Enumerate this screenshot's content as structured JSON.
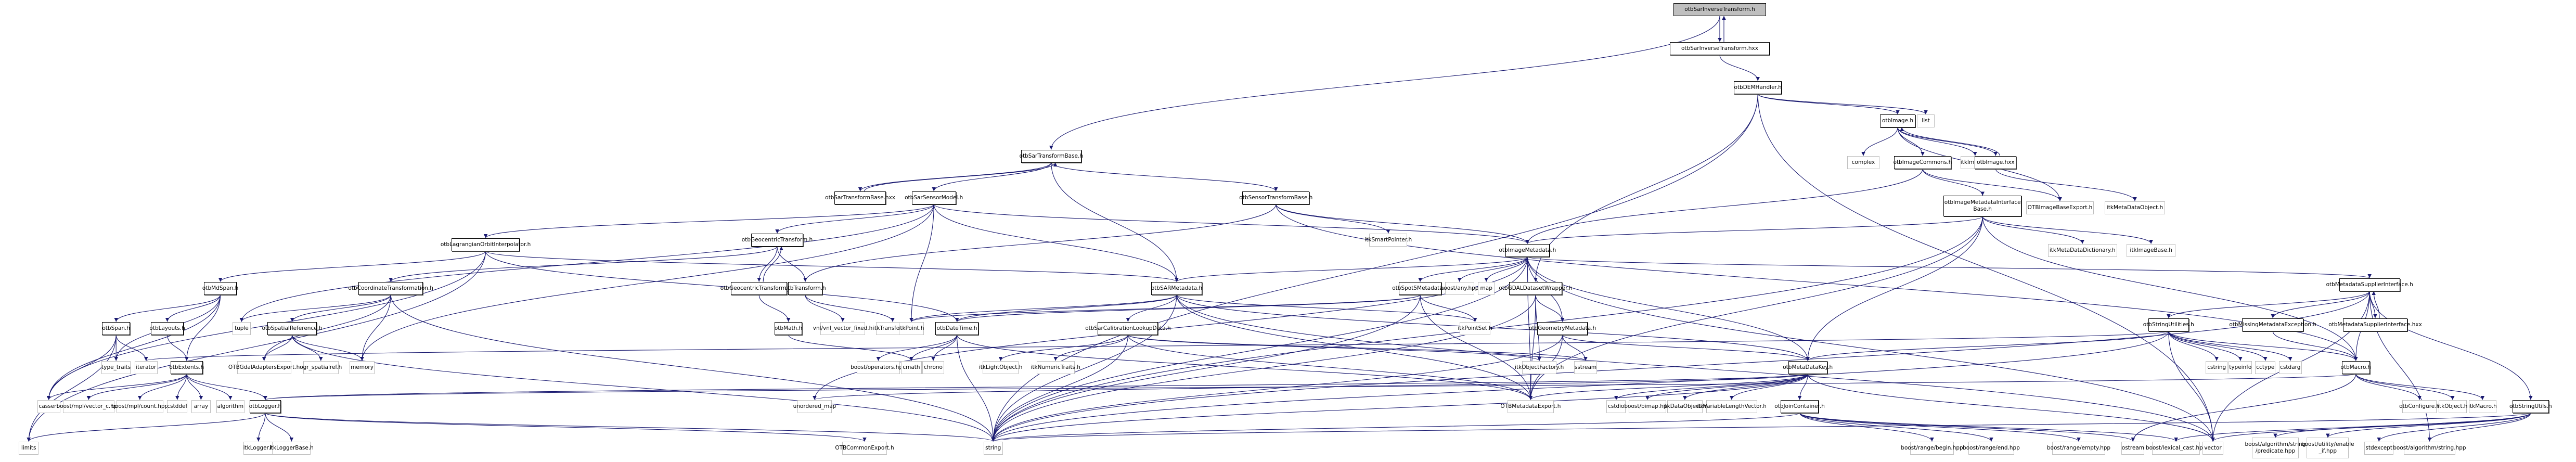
{
  "diagram": {
    "title": "otbSarInverseTransform.h include dependency graph",
    "edge_color": "#191970",
    "root_fill": "#bfbfbf",
    "nodes": [
      {
        "id": "root",
        "label": "otbSarInverseTransform.h",
        "kind": "root"
      },
      {
        "id": "sitHxx",
        "label": "otbSarInverseTransform.hxx",
        "kind": "int"
      },
      {
        "id": "dem",
        "label": "otbDEMHandler.h",
        "kind": "int"
      },
      {
        "id": "image",
        "label": "otbImage.h",
        "kind": "int"
      },
      {
        "id": "list",
        "label": "list",
        "kind": "ext"
      },
      {
        "id": "complex",
        "label": "complex",
        "kind": "ext"
      },
      {
        "id": "imgCommons",
        "label": "otbImageCommons.h",
        "kind": "int"
      },
      {
        "id": "itkImage",
        "label": "itkImage.h",
        "kind": "ext"
      },
      {
        "id": "imageHxx",
        "label": "otbImage.hxx",
        "kind": "int"
      },
      {
        "id": "imdIntBase",
        "label": "otbImageMetadataInterface\nBase.h",
        "kind": "int"
      },
      {
        "id": "otbImgBaseExp",
        "label": "OTBImageBaseExport.h",
        "kind": "ext"
      },
      {
        "id": "itkMDObj",
        "label": "itkMetaDataObject.h",
        "kind": "ext"
      },
      {
        "id": "itkMDDict",
        "label": "itkMetaDataDictionary.h",
        "kind": "ext"
      },
      {
        "id": "itkImgBase",
        "label": "itkImageBase.h",
        "kind": "ext"
      },
      {
        "id": "sarTB",
        "label": "otbSarTransformBase.h",
        "kind": "int"
      },
      {
        "id": "sarTBhxx",
        "label": "otbSarTransformBase.hxx",
        "kind": "int"
      },
      {
        "id": "sarSM",
        "label": "otbSarSensorModel.h",
        "kind": "int"
      },
      {
        "id": "sensorTB",
        "label": "otbSensorTransformBase.h",
        "kind": "int"
      },
      {
        "id": "smartPtr",
        "label": "itkSmartPointer.h",
        "kind": "ext"
      },
      {
        "id": "imgMD",
        "label": "otbImageMetadata.h",
        "kind": "int"
      },
      {
        "id": "lagr",
        "label": "otbLagrangianOrbitInterpolator.h",
        "kind": "int"
      },
      {
        "id": "geoT",
        "label": "otbGeocentricTransform.h",
        "kind": "int"
      },
      {
        "id": "geoThxx",
        "label": "otbGeocentricTransform.hxx",
        "kind": "int"
      },
      {
        "id": "transform",
        "label": "otbTransform.h",
        "kind": "int"
      },
      {
        "id": "sarMD",
        "label": "otbSARMetadata.h",
        "kind": "int"
      },
      {
        "id": "spot5",
        "label": "otbSpot5Metadata.h",
        "kind": "int"
      },
      {
        "id": "anyhpp",
        "label": "boost/any.hpp",
        "kind": "ext"
      },
      {
        "id": "map",
        "label": "map",
        "kind": "ext"
      },
      {
        "id": "gdalDW",
        "label": "otbGDALDatasetWrapper.h",
        "kind": "int"
      },
      {
        "id": "mdSupIf",
        "label": "otbMetadataSupplierInterface.h",
        "kind": "int"
      },
      {
        "id": "mdSpan",
        "label": "otbMdSpan.h",
        "kind": "int"
      },
      {
        "id": "coordT",
        "label": "otbCoordinateTransformation.h",
        "kind": "int"
      },
      {
        "id": "math",
        "label": "otbMath.h",
        "kind": "int"
      },
      {
        "id": "vnlVF",
        "label": "vnl/vnl_vector_fixed.h",
        "kind": "ext"
      },
      {
        "id": "itkTransform",
        "label": "itkTransform.h",
        "kind": "ext"
      },
      {
        "id": "itkPoint",
        "label": "itkPoint.h",
        "kind": "ext"
      },
      {
        "id": "dateTime",
        "label": "otbDateTime.h",
        "kind": "int"
      },
      {
        "id": "sarCal",
        "label": "otbSarCalibrationLookupData.h",
        "kind": "int"
      },
      {
        "id": "itkPointSet",
        "label": "itkPointSet.h",
        "kind": "ext"
      },
      {
        "id": "geomMD",
        "label": "otbGeometryMetadata.h",
        "kind": "int"
      },
      {
        "id": "strUtil",
        "label": "otbStringUtilities.h",
        "kind": "int"
      },
      {
        "id": "missMD",
        "label": "otbMissingMetadataException.h",
        "kind": "int"
      },
      {
        "id": "mdSupIfHxx",
        "label": "otbMetadataSupplierInterface.hxx",
        "kind": "int"
      },
      {
        "id": "span",
        "label": "otbSpan.h",
        "kind": "int"
      },
      {
        "id": "layouts",
        "label": "otbLayouts.h",
        "kind": "int"
      },
      {
        "id": "tuple",
        "label": "tuple",
        "kind": "ext"
      },
      {
        "id": "spRef",
        "label": "otbSpatialReference.h",
        "kind": "int"
      },
      {
        "id": "typeTraits",
        "label": "type_traits",
        "kind": "ext"
      },
      {
        "id": "iterator",
        "label": "iterator",
        "kind": "ext"
      },
      {
        "id": "extents",
        "label": "otbExtents.h",
        "kind": "int"
      },
      {
        "id": "gdalAdExp",
        "label": "OTBGdalAdaptersExport.h",
        "kind": "ext"
      },
      {
        "id": "ogrSR",
        "label": "ogr_spatialref.h",
        "kind": "ext"
      },
      {
        "id": "memory",
        "label": "memory",
        "kind": "ext"
      },
      {
        "id": "boostOps",
        "label": "boost/operators.hpp",
        "kind": "ext"
      },
      {
        "id": "cmath",
        "label": "cmath",
        "kind": "ext"
      },
      {
        "id": "chrono",
        "label": "chrono",
        "kind": "ext"
      },
      {
        "id": "itkLight",
        "label": "itkLightObject.h",
        "kind": "ext"
      },
      {
        "id": "itkNumT",
        "label": "itkNumericTraits.h",
        "kind": "ext"
      },
      {
        "id": "itkObjF",
        "label": "itkObjectFactory.h",
        "kind": "ext"
      },
      {
        "id": "sstream",
        "label": "sstream",
        "kind": "ext"
      },
      {
        "id": "mdKey",
        "label": "otbMetaDataKey.h",
        "kind": "int"
      },
      {
        "id": "cstring",
        "label": "cstring",
        "kind": "ext"
      },
      {
        "id": "typeinfo",
        "label": "typeinfo",
        "kind": "ext"
      },
      {
        "id": "cctype",
        "label": "cctype",
        "kind": "ext"
      },
      {
        "id": "cstdarg",
        "label": "cstdarg",
        "kind": "ext"
      },
      {
        "id": "macro",
        "label": "otbMacro.h",
        "kind": "int"
      },
      {
        "id": "cassert",
        "label": "cassert",
        "kind": "ext"
      },
      {
        "id": "vectorC",
        "label": "boost/mpl/vector_c.hpp",
        "kind": "ext"
      },
      {
        "id": "mplCount",
        "label": "boost/mpl/count.hpp",
        "kind": "ext"
      },
      {
        "id": "cstddef",
        "label": "cstddef",
        "kind": "ext"
      },
      {
        "id": "array",
        "label": "array",
        "kind": "ext"
      },
      {
        "id": "algorithm",
        "label": "algorithm",
        "kind": "ext"
      },
      {
        "id": "logger",
        "label": "otbLogger.h",
        "kind": "int"
      },
      {
        "id": "unordMap",
        "label": "unordered_map",
        "kind": "ext"
      },
      {
        "id": "otbMDExp",
        "label": "OTBMetadataExport.h",
        "kind": "ext"
      },
      {
        "id": "cstdio",
        "label": "cstdio",
        "kind": "ext"
      },
      {
        "id": "bimap",
        "label": "boost/bimap.hpp",
        "kind": "ext"
      },
      {
        "id": "itkDataObj",
        "label": "itkDataObject.h",
        "kind": "ext"
      },
      {
        "id": "itkVLV",
        "label": "itkVariableLengthVector.h",
        "kind": "ext"
      },
      {
        "id": "joinC",
        "label": "otbJoinContainer.h",
        "kind": "int"
      },
      {
        "id": "configure",
        "label": "otbConfigure.h",
        "kind": "ext"
      },
      {
        "id": "itkObject",
        "label": "itkObject.h",
        "kind": "ext"
      },
      {
        "id": "itkMacro",
        "label": "itkMacro.h",
        "kind": "ext"
      },
      {
        "id": "strUtils",
        "label": "otbStringUtils.h",
        "kind": "int"
      },
      {
        "id": "limits",
        "label": "limits",
        "kind": "ext"
      },
      {
        "id": "itkLogger",
        "label": "itkLogger.h",
        "kind": "ext"
      },
      {
        "id": "itkLoggerBase",
        "label": "itkLoggerBase.h",
        "kind": "ext"
      },
      {
        "id": "otbCommonExp",
        "label": "OTBCommonExport.h",
        "kind": "ext"
      },
      {
        "id": "string",
        "label": "string",
        "kind": "ext"
      },
      {
        "id": "rangeBegin",
        "label": "boost/range/begin.hpp",
        "kind": "ext"
      },
      {
        "id": "rangeEnd",
        "label": "boost/range/end.hpp",
        "kind": "ext"
      },
      {
        "id": "rangeEmpty",
        "label": "boost/range/empty.hpp",
        "kind": "ext"
      },
      {
        "id": "ostream",
        "label": "ostream",
        "kind": "ext"
      },
      {
        "id": "lexCast",
        "label": "boost/lexical_cast.hpp",
        "kind": "ext"
      },
      {
        "id": "vector",
        "label": "vector",
        "kind": "ext"
      },
      {
        "id": "algoPred",
        "label": "boost/algorithm/string\n/predicate.hpp",
        "kind": "ext"
      },
      {
        "id": "enableIf",
        "label": "boost/utility/enable\n_if.hpp",
        "kind": "ext"
      },
      {
        "id": "stdexcept",
        "label": "stdexcept",
        "kind": "ext"
      },
      {
        "id": "algoStr",
        "label": "boost/algorithm/string.hpp",
        "kind": "ext"
      }
    ],
    "edges": [
      [
        "root",
        "sitHxx"
      ],
      [
        "sitHxx",
        "root"
      ],
      [
        "root",
        "sarTB"
      ],
      [
        "sitHxx",
        "dem"
      ],
      [
        "dem",
        "image"
      ],
      [
        "dem",
        "list"
      ],
      [
        "dem",
        "gdalDW"
      ],
      [
        "dem",
        "string"
      ],
      [
        "dem",
        "vector"
      ],
      [
        "image",
        "complex"
      ],
      [
        "image",
        "imgCommons"
      ],
      [
        "image",
        "itkImage"
      ],
      [
        "image",
        "imageHxx"
      ],
      [
        "imageHxx",
        "image"
      ],
      [
        "image",
        "otbImgBaseExp"
      ],
      [
        "imageHxx",
        "itkMDObj"
      ],
      [
        "imgCommons",
        "imdIntBase"
      ],
      [
        "imgCommons",
        "otbImgBaseExp"
      ],
      [
        "imgCommons",
        "imgMD"
      ],
      [
        "imdIntBase",
        "itkMDDict"
      ],
      [
        "imdIntBase",
        "itkImgBase"
      ],
      [
        "imdIntBase",
        "imgMD"
      ],
      [
        "imdIntBase",
        "mdKey"
      ],
      [
        "imdIntBase",
        "otbMDExp"
      ],
      [
        "imdIntBase",
        "string"
      ],
      [
        "imdIntBase",
        "macro"
      ],
      [
        "sarTB",
        "sarTBhxx"
      ],
      [
        "sarTBhxx",
        "sarTB"
      ],
      [
        "sarTB",
        "sarSM"
      ],
      [
        "sarTB",
        "sensorTB"
      ],
      [
        "sarTB",
        "sarMD"
      ],
      [
        "sarSM",
        "lagr"
      ],
      [
        "sarSM",
        "geoT"
      ],
      [
        "sarSM",
        "sarMD"
      ],
      [
        "sarSM",
        "imgMD"
      ],
      [
        "sarSM",
        "itkPoint"
      ],
      [
        "sarSM",
        "memory"
      ],
      [
        "sarSM",
        "tuple"
      ],
      [
        "sensorTB",
        "smartPtr"
      ],
      [
        "sensorTB",
        "transform"
      ],
      [
        "sensorTB",
        "imgMD"
      ],
      [
        "sensorTB",
        "macro"
      ],
      [
        "lagr",
        "mdSpan"
      ],
      [
        "lagr",
        "sarMD"
      ],
      [
        "lagr",
        "dateTime"
      ],
      [
        "lagr",
        "limits"
      ],
      [
        "lagr",
        "cassert"
      ],
      [
        "geoT",
        "geoThxx"
      ],
      [
        "geoThxx",
        "geoT"
      ],
      [
        "geoT",
        "transform"
      ],
      [
        "geoT",
        "coordT"
      ],
      [
        "geoThxx",
        "math"
      ],
      [
        "transform",
        "vnlVF"
      ],
      [
        "transform",
        "itkTransform"
      ],
      [
        "imgMD",
        "sarMD"
      ],
      [
        "imgMD",
        "spot5"
      ],
      [
        "imgMD",
        "anyhpp"
      ],
      [
        "imgMD",
        "map"
      ],
      [
        "imgMD",
        "geomMD"
      ],
      [
        "imgMD",
        "mdKey"
      ],
      [
        "imgMD",
        "otbMDExp"
      ],
      [
        "imgMD",
        "string"
      ],
      [
        "imgMD",
        "vector"
      ],
      [
        "imgMD",
        "unordMap"
      ],
      [
        "imgMD",
        "mdSupIf"
      ],
      [
        "gdalDW",
        "geomMD"
      ],
      [
        "gdalDW",
        "otbMDExp"
      ],
      [
        "gdalDW",
        "itkObjF"
      ],
      [
        "gdalDW",
        "string"
      ],
      [
        "sarMD",
        "itkPoint"
      ],
      [
        "sarMD",
        "dateTime"
      ],
      [
        "sarMD",
        "sarCal"
      ],
      [
        "sarMD",
        "itkPointSet"
      ],
      [
        "sarMD",
        "otbMDExp"
      ],
      [
        "sarMD",
        "mdKey"
      ],
      [
        "sarMD",
        "string"
      ],
      [
        "sarMD",
        "vector"
      ],
      [
        "spot5",
        "itkPoint"
      ],
      [
        "spot5",
        "dateTime"
      ],
      [
        "spot5",
        "itkPointSet"
      ],
      [
        "spot5",
        "otbMDExp"
      ],
      [
        "spot5",
        "string"
      ],
      [
        "mdSupIf",
        "strUtil"
      ],
      [
        "mdSupIf",
        "missMD"
      ],
      [
        "mdSupIf",
        "mdSupIfHxx"
      ],
      [
        "mdSupIfHxx",
        "mdSupIf"
      ],
      [
        "mdSupIf",
        "macro"
      ],
      [
        "mdSupIf",
        "strUtils"
      ],
      [
        "mdSupIf",
        "algoStr"
      ],
      [
        "mdSupIf",
        "string"
      ],
      [
        "mdSupIf",
        "vector"
      ],
      [
        "mdSpan",
        "span"
      ],
      [
        "mdSpan",
        "layouts"
      ],
      [
        "mdSpan",
        "extents"
      ],
      [
        "mdSpan",
        "typeTraits"
      ],
      [
        "mdSpan",
        "cassert"
      ],
      [
        "span",
        "typeTraits"
      ],
      [
        "span",
        "iterator"
      ],
      [
        "span",
        "cassert"
      ],
      [
        "span",
        "limits"
      ],
      [
        "layouts",
        "extents"
      ],
      [
        "extents",
        "cassert"
      ],
      [
        "extents",
        "vectorC"
      ],
      [
        "extents",
        "mplCount"
      ],
      [
        "extents",
        "cstddef"
      ],
      [
        "extents",
        "array"
      ],
      [
        "extents",
        "algorithm"
      ],
      [
        "extents",
        "logger"
      ],
      [
        "coordT",
        "tuple"
      ],
      [
        "coordT",
        "spRef"
      ],
      [
        "coordT",
        "memory"
      ],
      [
        "coordT",
        "gdalAdExp"
      ],
      [
        "coordT",
        "string"
      ],
      [
        "spRef",
        "gdalAdExp"
      ],
      [
        "spRef",
        "ogrSR"
      ],
      [
        "spRef",
        "memory"
      ],
      [
        "spRef",
        "string"
      ],
      [
        "math",
        "cmath"
      ],
      [
        "dateTime",
        "boostOps"
      ],
      [
        "dateTime",
        "cmath"
      ],
      [
        "dateTime",
        "chrono"
      ],
      [
        "dateTime",
        "otbMDExp"
      ],
      [
        "dateTime",
        "string"
      ],
      [
        "sarCal",
        "itkLight"
      ],
      [
        "sarCal",
        "itkNumT"
      ],
      [
        "sarCal",
        "itkObjF"
      ],
      [
        "sarCal",
        "otbMDExp"
      ],
      [
        "sarCal",
        "string"
      ],
      [
        "sarCal",
        "sstream"
      ],
      [
        "geomMD",
        "sstream"
      ],
      [
        "geomMD",
        "otbMDExp"
      ],
      [
        "geomMD",
        "mdKey"
      ],
      [
        "geomMD",
        "string"
      ],
      [
        "strUtil",
        "cstring"
      ],
      [
        "strUtil",
        "typeinfo"
      ],
      [
        "strUtil",
        "cctype"
      ],
      [
        "strUtil",
        "cstdarg"
      ],
      [
        "strUtil",
        "macro"
      ],
      [
        "strUtil",
        "mdKey"
      ],
      [
        "strUtil",
        "string"
      ],
      [
        "strUtil",
        "vector"
      ],
      [
        "strUtil",
        "iterator"
      ],
      [
        "missMD",
        "macro"
      ],
      [
        "mdKey",
        "otbMDExp"
      ],
      [
        "mdKey",
        "cstdio"
      ],
      [
        "mdKey",
        "bimap"
      ],
      [
        "mdKey",
        "itkDataObj"
      ],
      [
        "mdKey",
        "itkVLV"
      ],
      [
        "mdKey",
        "joinC"
      ],
      [
        "mdKey",
        "string"
      ],
      [
        "mdKey",
        "vector"
      ],
      [
        "mdKey",
        "unordMap"
      ],
      [
        "mdKey",
        "logger"
      ],
      [
        "macro",
        "configure"
      ],
      [
        "macro",
        "itkObject"
      ],
      [
        "macro",
        "itkMacro"
      ],
      [
        "macro",
        "logger"
      ],
      [
        "macro",
        "ostream"
      ],
      [
        "joinC",
        "rangeBegin"
      ],
      [
        "joinC",
        "rangeEnd"
      ],
      [
        "joinC",
        "rangeEmpty"
      ],
      [
        "joinC",
        "ostream"
      ],
      [
        "joinC",
        "lexCast"
      ],
      [
        "joinC",
        "string"
      ],
      [
        "strUtils",
        "algoPred"
      ],
      [
        "strUtils",
        "enableIf"
      ],
      [
        "strUtils",
        "stdexcept"
      ],
      [
        "strUtils",
        "algoStr"
      ],
      [
        "strUtils",
        "vector"
      ],
      [
        "strUtils",
        "lexCast"
      ],
      [
        "strUtils",
        "string"
      ],
      [
        "logger",
        "itkLogger"
      ],
      [
        "logger",
        "itkLoggerBase"
      ],
      [
        "logger",
        "otbCommonExp"
      ],
      [
        "logger",
        "string"
      ],
      [
        "logger",
        "limits"
      ]
    ]
  }
}
